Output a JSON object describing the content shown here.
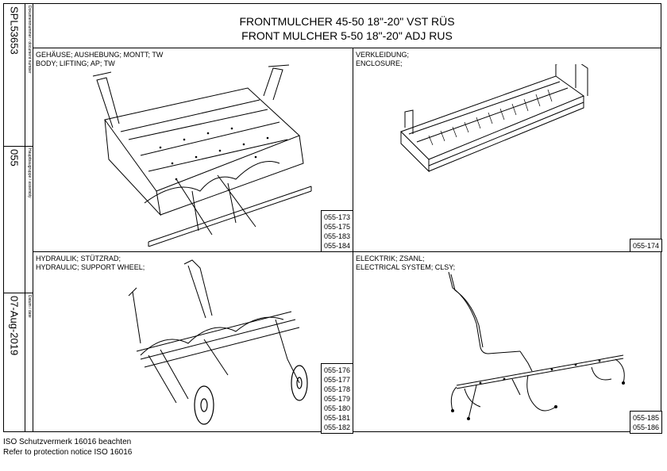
{
  "sidebar": {
    "document_number_label": "Dokumentnummer / document number",
    "document_number": "SPL53653",
    "assembly_label": "Hauptbaugruppe / assembly",
    "assembly": "055",
    "date_label": "Datum / date",
    "date": "07-Aug-2019"
  },
  "title": {
    "line1": "FRONTMULCHER 45-50 18\"-20\" VST RÜS",
    "line2": "FRONT MULCHER 5-50 18\"-20\" ADJ RUS"
  },
  "panels": [
    {
      "label_de": "GEHÄUSE; AUSHEBUNG; MONTT; TW",
      "label_en": "BODY; LIFTING; AP; TW",
      "refs": [
        "055-173",
        "055-175",
        "055-183",
        "055-184"
      ]
    },
    {
      "label_de": "VERKLEIDUNG;",
      "label_en": "ENCLOSURE;",
      "refs": [
        "055-174"
      ]
    },
    {
      "label_de": "HYDRAULIK; STÜTZRAD;",
      "label_en": "HYDRAULIC; SUPPORT WHEEL;",
      "refs": [
        "055-176",
        "055-177",
        "055-178",
        "055-179",
        "055-180",
        "055-181",
        "055-182"
      ]
    },
    {
      "label_de": "ELECKTRIK; ZSANL;",
      "label_en": "ELECTRICAL SYSTEM; CLSY;",
      "refs": [
        "055-185",
        "055-186"
      ]
    }
  ],
  "footer": {
    "line1": "ISO Schutzvermerk 16016 beachten",
    "line2": "Refer to protection notice ISO 16016"
  }
}
